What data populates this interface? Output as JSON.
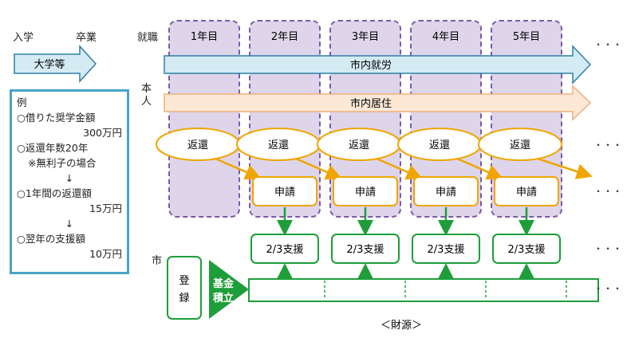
{
  "header": {
    "nyugaku": "入学",
    "sotsugyo": "卒業",
    "shushoku": "就職"
  },
  "years": [
    "1年目",
    "2年目",
    "3年目",
    "4年目",
    "5年目"
  ],
  "university_arrow": "大学等",
  "city_work": "市内就労",
  "city_live": "市内居住",
  "self_label": "本\n人",
  "city_label": "市",
  "repay_label": "返還",
  "apply_label": "申請",
  "support_label": "2/3支援",
  "register_label": "登録",
  "fund_label": "基金積立",
  "source_label": "＜財源＞",
  "ellipsis": "・・・",
  "example": {
    "title": "例",
    "line1": "○借りた奨学金額",
    "line2": "300万円",
    "line3": "○返還年数20年",
    "line4": "※無利子の場合",
    "arrow1": "↓",
    "line5": "○1年間の返還額",
    "line6": "15万円",
    "arrow2": "↓",
    "line7": "○翌年の支援額",
    "line8": "10万円"
  },
  "colors": {
    "year_fill": "#ded5ea",
    "year_border": "#7b5aa6",
    "work_fill": "#d5ebf4",
    "work_border": "#2e7fa6",
    "live_fill": "#fde8d6",
    "live_border": "#f0b07a",
    "repay_border": "#f0a500",
    "apply_border": "#f0a500",
    "green": "#1e9e3a",
    "example_border": "#4aa3c8"
  }
}
